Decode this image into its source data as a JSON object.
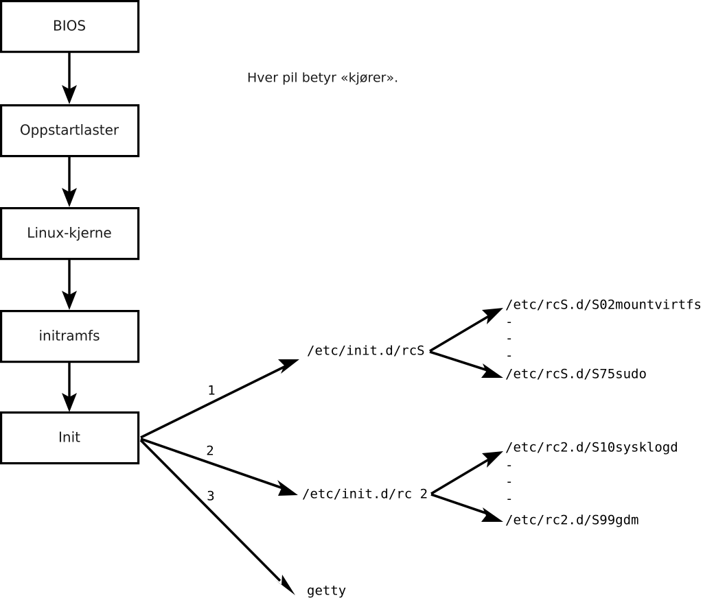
{
  "diagram": {
    "title_caption": "Hver pil betyr «kjører».",
    "colors": {
      "background": "#ffffff",
      "stroke": "#000000",
      "text": "#1a1a1a"
    },
    "boot_chain": [
      {
        "label": "BIOS"
      },
      {
        "label": "Oppstartlaster"
      },
      {
        "label": "Linux-kjerne"
      },
      {
        "label": "initramfs"
      },
      {
        "label": "Init"
      }
    ],
    "init_branches": [
      {
        "number": "1",
        "label": "/etc/init.d/rcS"
      },
      {
        "number": "2",
        "label": "/etc/init.d/rc 2"
      },
      {
        "number": "3",
        "label": "getty"
      }
    ],
    "rcs_scripts": {
      "first": "/etc/rcS.d/S02mountvirtfs",
      "ellipsis": [
        "-",
        "-",
        "-"
      ],
      "last": "/etc/rcS.d/S75sudo"
    },
    "rc2_scripts": {
      "first": "/etc/rc2.d/S10sysklogd",
      "ellipsis": [
        "-",
        "-",
        "-"
      ],
      "last": "/etc/rc2.d/S99gdm"
    }
  }
}
